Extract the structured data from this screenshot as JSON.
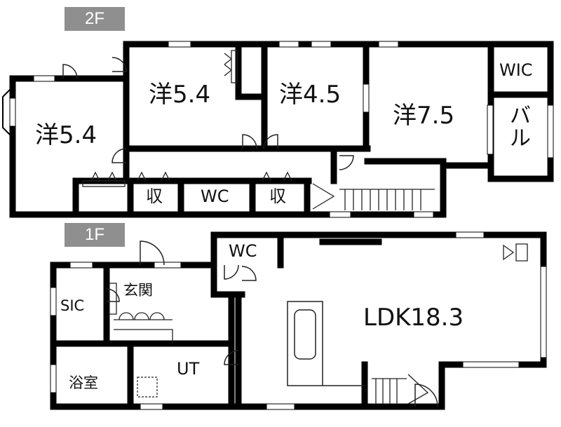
{
  "floors": [
    {
      "tag": "2F"
    },
    {
      "tag": "1F"
    }
  ],
  "rooms_2f": {
    "west_bedroom": "洋5.4",
    "bedroom_a": "洋5.4",
    "bedroom_b": "洋4.5",
    "bedroom_main": "洋7.5",
    "walk_in_closet": "WIC",
    "balcony": "バル",
    "storage_1": "収",
    "toilet": "WC",
    "storage_2": "収"
  },
  "rooms_1f": {
    "toilet": "WC",
    "shoe_closet": "SIC",
    "entrance": "玄関",
    "living_dining_kitchen": "LDK18.3",
    "bathroom": "浴室",
    "utility": "UT"
  },
  "colors": {
    "wall": "#000000",
    "floor_tag": "#8f8f8f",
    "window": "#ffffff",
    "fixture_line": "#222222"
  }
}
